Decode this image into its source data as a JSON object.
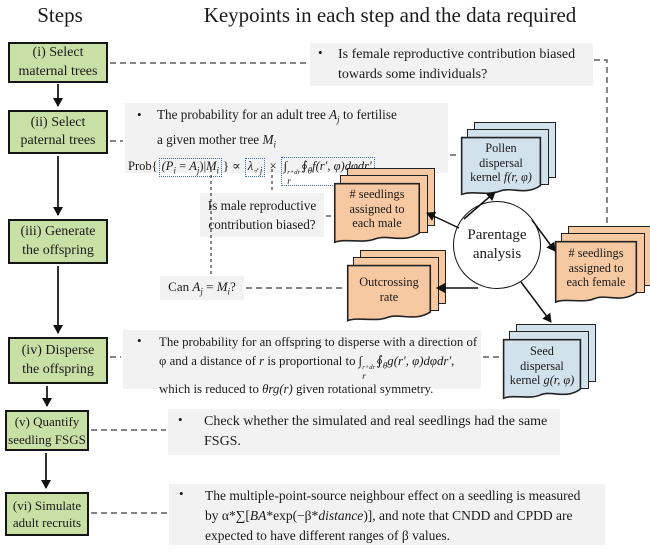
{
  "title_steps": "Steps",
  "title_keypoints": "Keypoints in each step and the data required",
  "bullet": "•",
  "steps": {
    "s1a": "(i) Select",
    "s1b": "maternal trees",
    "s2a": "(ii) Select",
    "s2b": "paternal trees",
    "s3a": "(iii) Generate",
    "s3b": "the offspring",
    "s4a": "(iv) Disperse",
    "s4b": "the offspring",
    "s5a": "(v) Quantify",
    "s5b": "seedling FSGS",
    "s6a": "(vi) Simulate",
    "s6b": "adult recruits"
  },
  "kp1": {
    "l1": "Is female reproductive contribution biased",
    "l2": "towards some individuals?"
  },
  "kp2": {
    "l1a": "The probability for an adult tree ",
    "l1b": "A",
    "l1c": "j",
    "l1d": " to fertilise",
    "l2a": "a given mother tree ",
    "l2b": "M",
    "l2c": "i",
    "f_prob": "Prob{",
    "t1a": "(P",
    "t1b": "i",
    "t1c": " = ",
    "t1d": "A",
    "t1e": "j",
    "t1f": ")|",
    "t1g": "M",
    "t1h": "i",
    "f_close": "}",
    "f_propto": "∝",
    "f_lambda": "λ",
    "f_lambda_sub": "♂j",
    "f_times": "×",
    "f_int": "∫",
    "f_int_sup": "r+dr",
    "f_int_sub": "r",
    "f_oint": "∮",
    "f_oint_sub": "θ",
    "f_body": "f(r′, φ)dφdr′"
  },
  "kp3": {
    "l1": "Is male reproductive",
    "l2": "contribution biased?"
  },
  "kp4": {
    "a": "Can ",
    "b": "A",
    "c": "j",
    "d": " = ",
    "e": "M",
    "f": "i",
    "g": "?"
  },
  "kp5": {
    "l1": "The probability for an offspring to disperse with a direction of",
    "l2a": "φ and a distance of ",
    "l2b": "r",
    "l2c": " is proportional to ",
    "int": "∫",
    "int_sup": "r+dr",
    "int_sub": "r",
    "oint": "∮",
    "oint_sub": "θ",
    "body": "g(r′, φ)dφdr′",
    "l2d": ",",
    "l3a": "which is reduced to ",
    "l3b": "θrg(r)",
    "l3c": " given rotational symmetry."
  },
  "kp6": {
    "l1": "Check whether the simulated and real seedlings had the same",
    "l2": "FSGS."
  },
  "kp7": {
    "l1": "The multiple-point-source neighbour effect on a seedling is measured",
    "l2a": "by α*∑[",
    "l2b": "BA",
    "l2c": "*exp(−β*",
    "l2d": "distance",
    "l2e": ")], and note that CNDD and CPDD are",
    "l3": "expected to have different ranges of β values."
  },
  "nodes": {
    "pollen1": "Pollen",
    "pollen2": "dispersal",
    "pollen3a": "kernel ",
    "pollen3b": "f(r, φ)",
    "male1": "# seedlings",
    "male2": "assigned to",
    "male3": "each male",
    "female1": "# seedlings",
    "female2": "assigned to",
    "female3": "each female",
    "out1": "Outcrossing",
    "out2": "rate",
    "seed1": "Seed",
    "seed2": "dispersal",
    "seed3a": "kernel ",
    "seed3b": "g(r, φ)",
    "circle1": "Parentage",
    "circle2": "analysis"
  },
  "colors": {
    "step_green": "#c8e0a6",
    "card_orange": "#f6c9a2",
    "card_blue": "#d2e2ec",
    "panel_gray": "#f2f2f2",
    "formula_box_blue": "#3b6fb5"
  }
}
